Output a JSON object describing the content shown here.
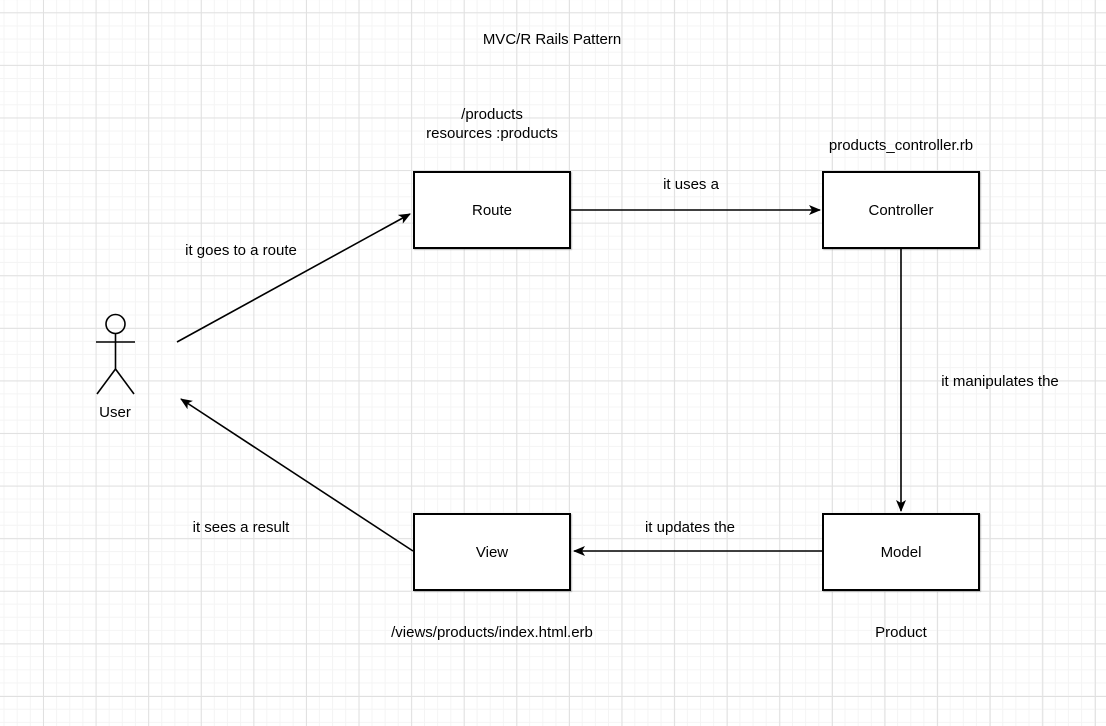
{
  "diagram": {
    "title": "MVC/R Rails Pattern",
    "actor": {
      "label": "User"
    },
    "nodes": [
      {
        "id": "route",
        "label": "Route",
        "annotation_lines": [
          "/products",
          "resources :products"
        ]
      },
      {
        "id": "controller",
        "label": "Controller",
        "annotation_lines": [
          "products_controller.rb"
        ]
      },
      {
        "id": "view",
        "label": "View",
        "annotation_lines": [
          "/views/products/index.html.erb"
        ]
      },
      {
        "id": "model",
        "label": "Model",
        "annotation_lines": [
          "Product"
        ]
      }
    ],
    "edges": [
      {
        "from": "user",
        "to": "route",
        "label": "it goes to a route"
      },
      {
        "from": "route",
        "to": "controller",
        "label": "it uses a"
      },
      {
        "from": "controller",
        "to": "model",
        "label": "it manipulates the"
      },
      {
        "from": "model",
        "to": "view",
        "label": "it updates the"
      },
      {
        "from": "view",
        "to": "user",
        "label": "it sees a result"
      }
    ],
    "colors": {
      "stroke": "#000000",
      "node_fill": "#ffffff",
      "background": "#ffffff",
      "grid_minor": "#f4f4f4",
      "grid_major": "#e0e0e0"
    }
  }
}
